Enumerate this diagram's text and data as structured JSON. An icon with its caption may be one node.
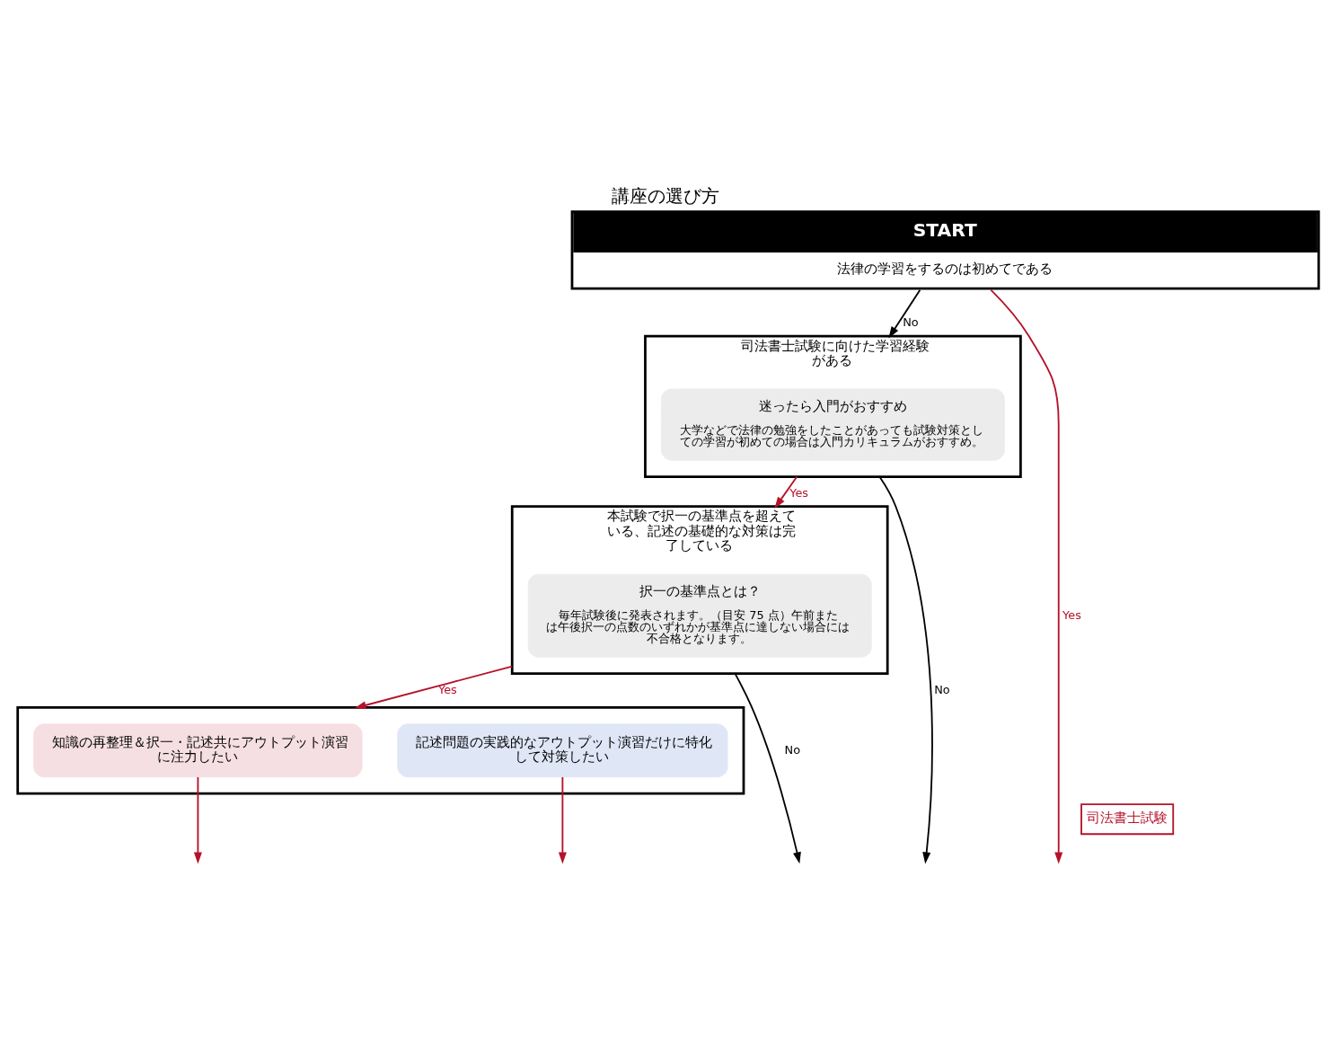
{
  "diagram": {
    "title": "講座の選び方",
    "nodes": [
      {
        "text": [
          "START",
          "法律の学習をするのは初めてである"
        ]
      },
      {
        "text": [
          "司法書士試験に向けた学習経験がある"
        ]
      },
      {
        "text": [
          "迷ったら入門がおすすめ",
          "大学などで法律の勉強をしたことがあっても試験対策としての学習が初めての場合は入門カリキュラムがおすすめ。"
        ],
        "in": 1
      },
      {
        "text": [
          "本試験で択一の基準点を超えている、記述の基礎的な対策は完了している"
        ]
      },
      {
        "text": [
          "択一の基準点とは？",
          "毎年試験後に発表されます。（目安 75 点）午前または午後択一の点数のいずれかが基準点に達しない場合には不合格となります。"
        ],
        "in": 3
      },
      {
        "text": [],
        "shape": "box"
      },
      {
        "text": [
          "知識の再整理＆択一・記述共にアウトプット演習に注力したい"
        ],
        "in": 5
      },
      {
        "text": [
          "記述問題の実践的なアウトプット演習だけに特化して対策したい"
        ],
        "in": 5
      }
    ],
    "edges": [
      {
        "from": 0,
        "to": null,
        "arrow": "to",
        "label": "Yes"
      },
      {
        "from": 0,
        "to": 1,
        "arrow": "to",
        "label": "No",
        "color": "#000000"
      },
      {
        "from": 1,
        "to": null,
        "arrow": "to",
        "label": "No",
        "color": "#000000"
      },
      {
        "from": 1,
        "to": 3,
        "arrow": "to",
        "label": "Yes"
      },
      {
        "from": 3,
        "to": null,
        "arrow": "to",
        "label": "No",
        "color": "#000000"
      },
      {
        "from": 3,
        "to": 5,
        "arrow": "to",
        "label": "Yes"
      },
      {
        "from": 6,
        "to": null,
        "arrow": "to"
      },
      {
        "from": 7,
        "to": null,
        "arrow": "to"
      }
    ],
    "labels": [
      "司法書士試験"
    ]
  }
}
